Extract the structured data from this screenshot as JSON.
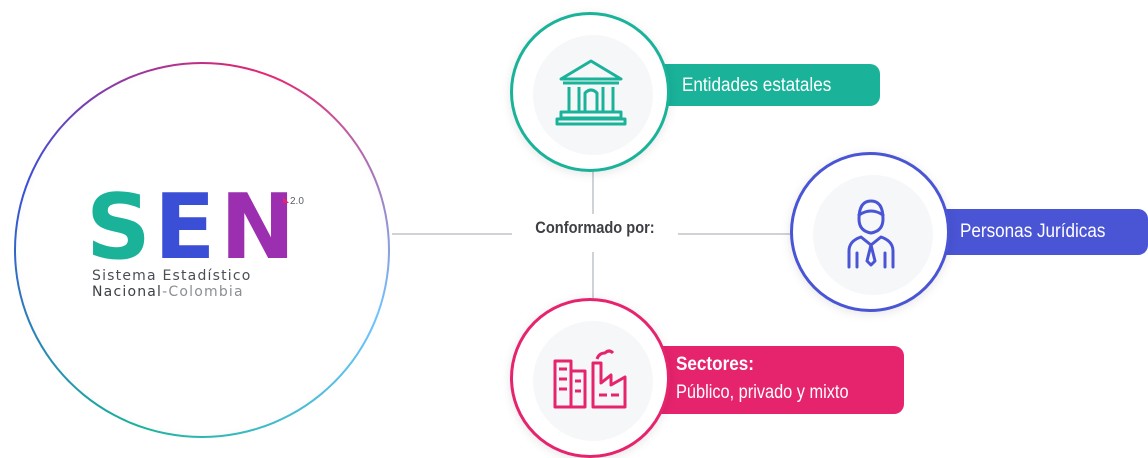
{
  "logo": {
    "letters": [
      "S",
      "E",
      "N"
    ],
    "version": "2.0",
    "subtitle_line1": "Sistema Estadístico",
    "subtitle_line2_a": "Nacional",
    "subtitle_line2_b": "-Colombia"
  },
  "center": {
    "label": "Conformado por:"
  },
  "nodes": {
    "estatales": {
      "label": "Entidades estatales",
      "color": "#1ab39a",
      "icon": "government-building-icon"
    },
    "juridicas": {
      "label": "Personas Jurídicas",
      "color": "#4a55d6",
      "icon": "businessman-icon"
    },
    "sectores": {
      "title": "Sectores:",
      "subtitle": "Público, privado y mixto",
      "color": "#e6246e",
      "icon": "buildings-factory-icon"
    }
  },
  "colors": {
    "teal": "#1ab39a",
    "blue": "#4a55d6",
    "magenta": "#e6246e",
    "line": "#cfd2d6"
  }
}
